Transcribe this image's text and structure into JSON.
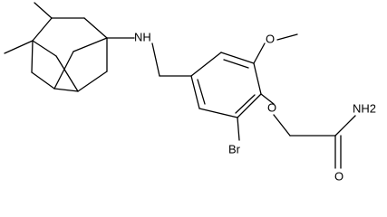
{
  "structure": {
    "labels": {
      "nh": "NH",
      "methoxy_o": "O",
      "ether_o": "O",
      "br": "Br",
      "amide_n": "NH2",
      "carbonyl_o": "O"
    }
  },
  "colors": {
    "bond": "#000000",
    "text": "#000000",
    "background": "#ffffff"
  }
}
